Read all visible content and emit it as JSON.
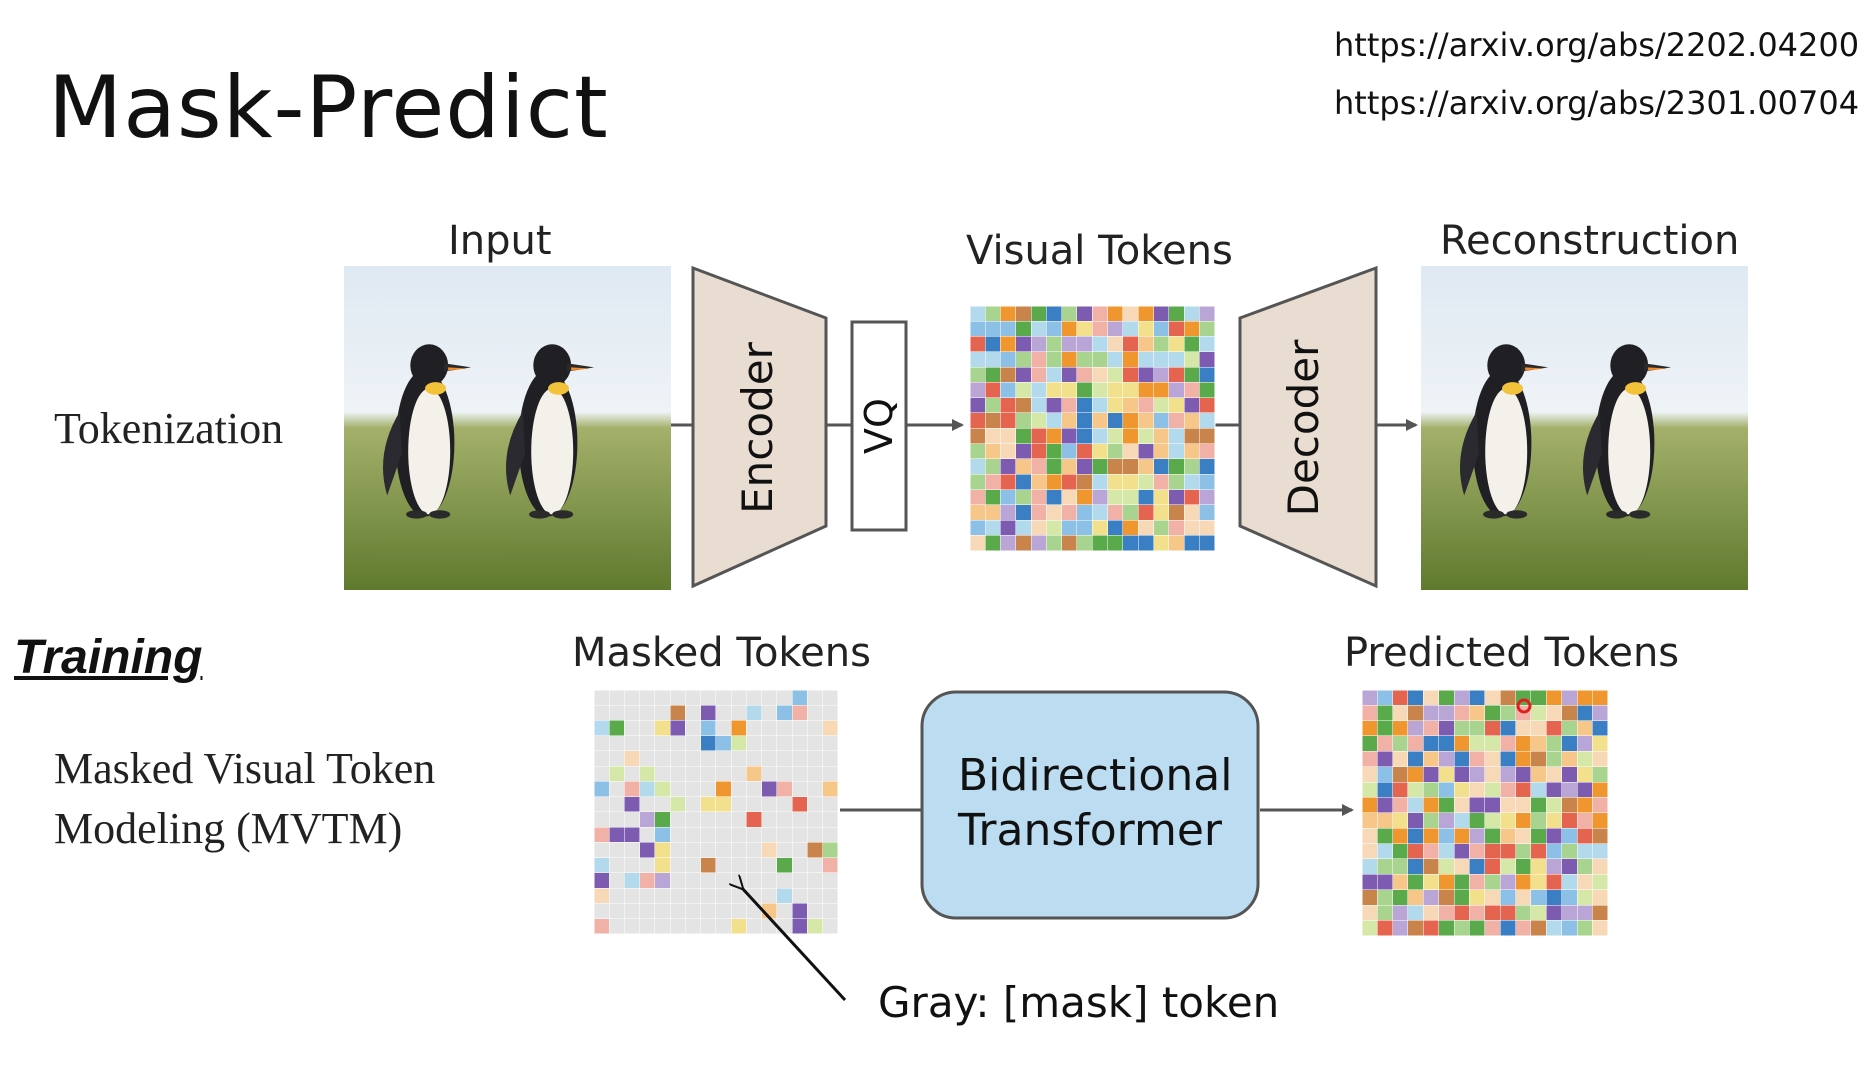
{
  "title": "Mask-Predict",
  "references": [
    "https://arxiv.org/abs/2202.04200",
    "https://arxiv.org/abs/2301.00704"
  ],
  "tokenization": {
    "row_label": "Tokenization",
    "input_caption": "Input",
    "encoder_label": "Encoder",
    "vq_label": "VQ",
    "tokens_caption": "Visual Tokens",
    "decoder_label": "Decoder",
    "reconstruction_caption": "Reconstruction"
  },
  "training": {
    "section_label": "Training",
    "row_label_line1": "Masked Visual Token",
    "row_label_line2": "Modeling (MVTM)",
    "masked_caption": "Masked Tokens",
    "transformer_line1": "Bidirectional",
    "transformer_line2": "Transformer",
    "predicted_caption": "Predicted Tokens",
    "mask_note": "Gray: [mask] token"
  },
  "colors": {
    "encoder_fill": "#e8ddd0",
    "transformer_fill": "#bcdcf2",
    "mask_gray": "#e4e4e4",
    "token_palette": [
      "#f2b1a6",
      "#f6c789",
      "#f3e08c",
      "#a9d48f",
      "#8cc0e6",
      "#b9a5d6",
      "#e56450",
      "#f0962e",
      "#5aa94b",
      "#3a7fc4",
      "#7c5bb0",
      "#c8844a",
      "#f7d9b8",
      "#b3d9ec",
      "#d6e8a8"
    ]
  }
}
